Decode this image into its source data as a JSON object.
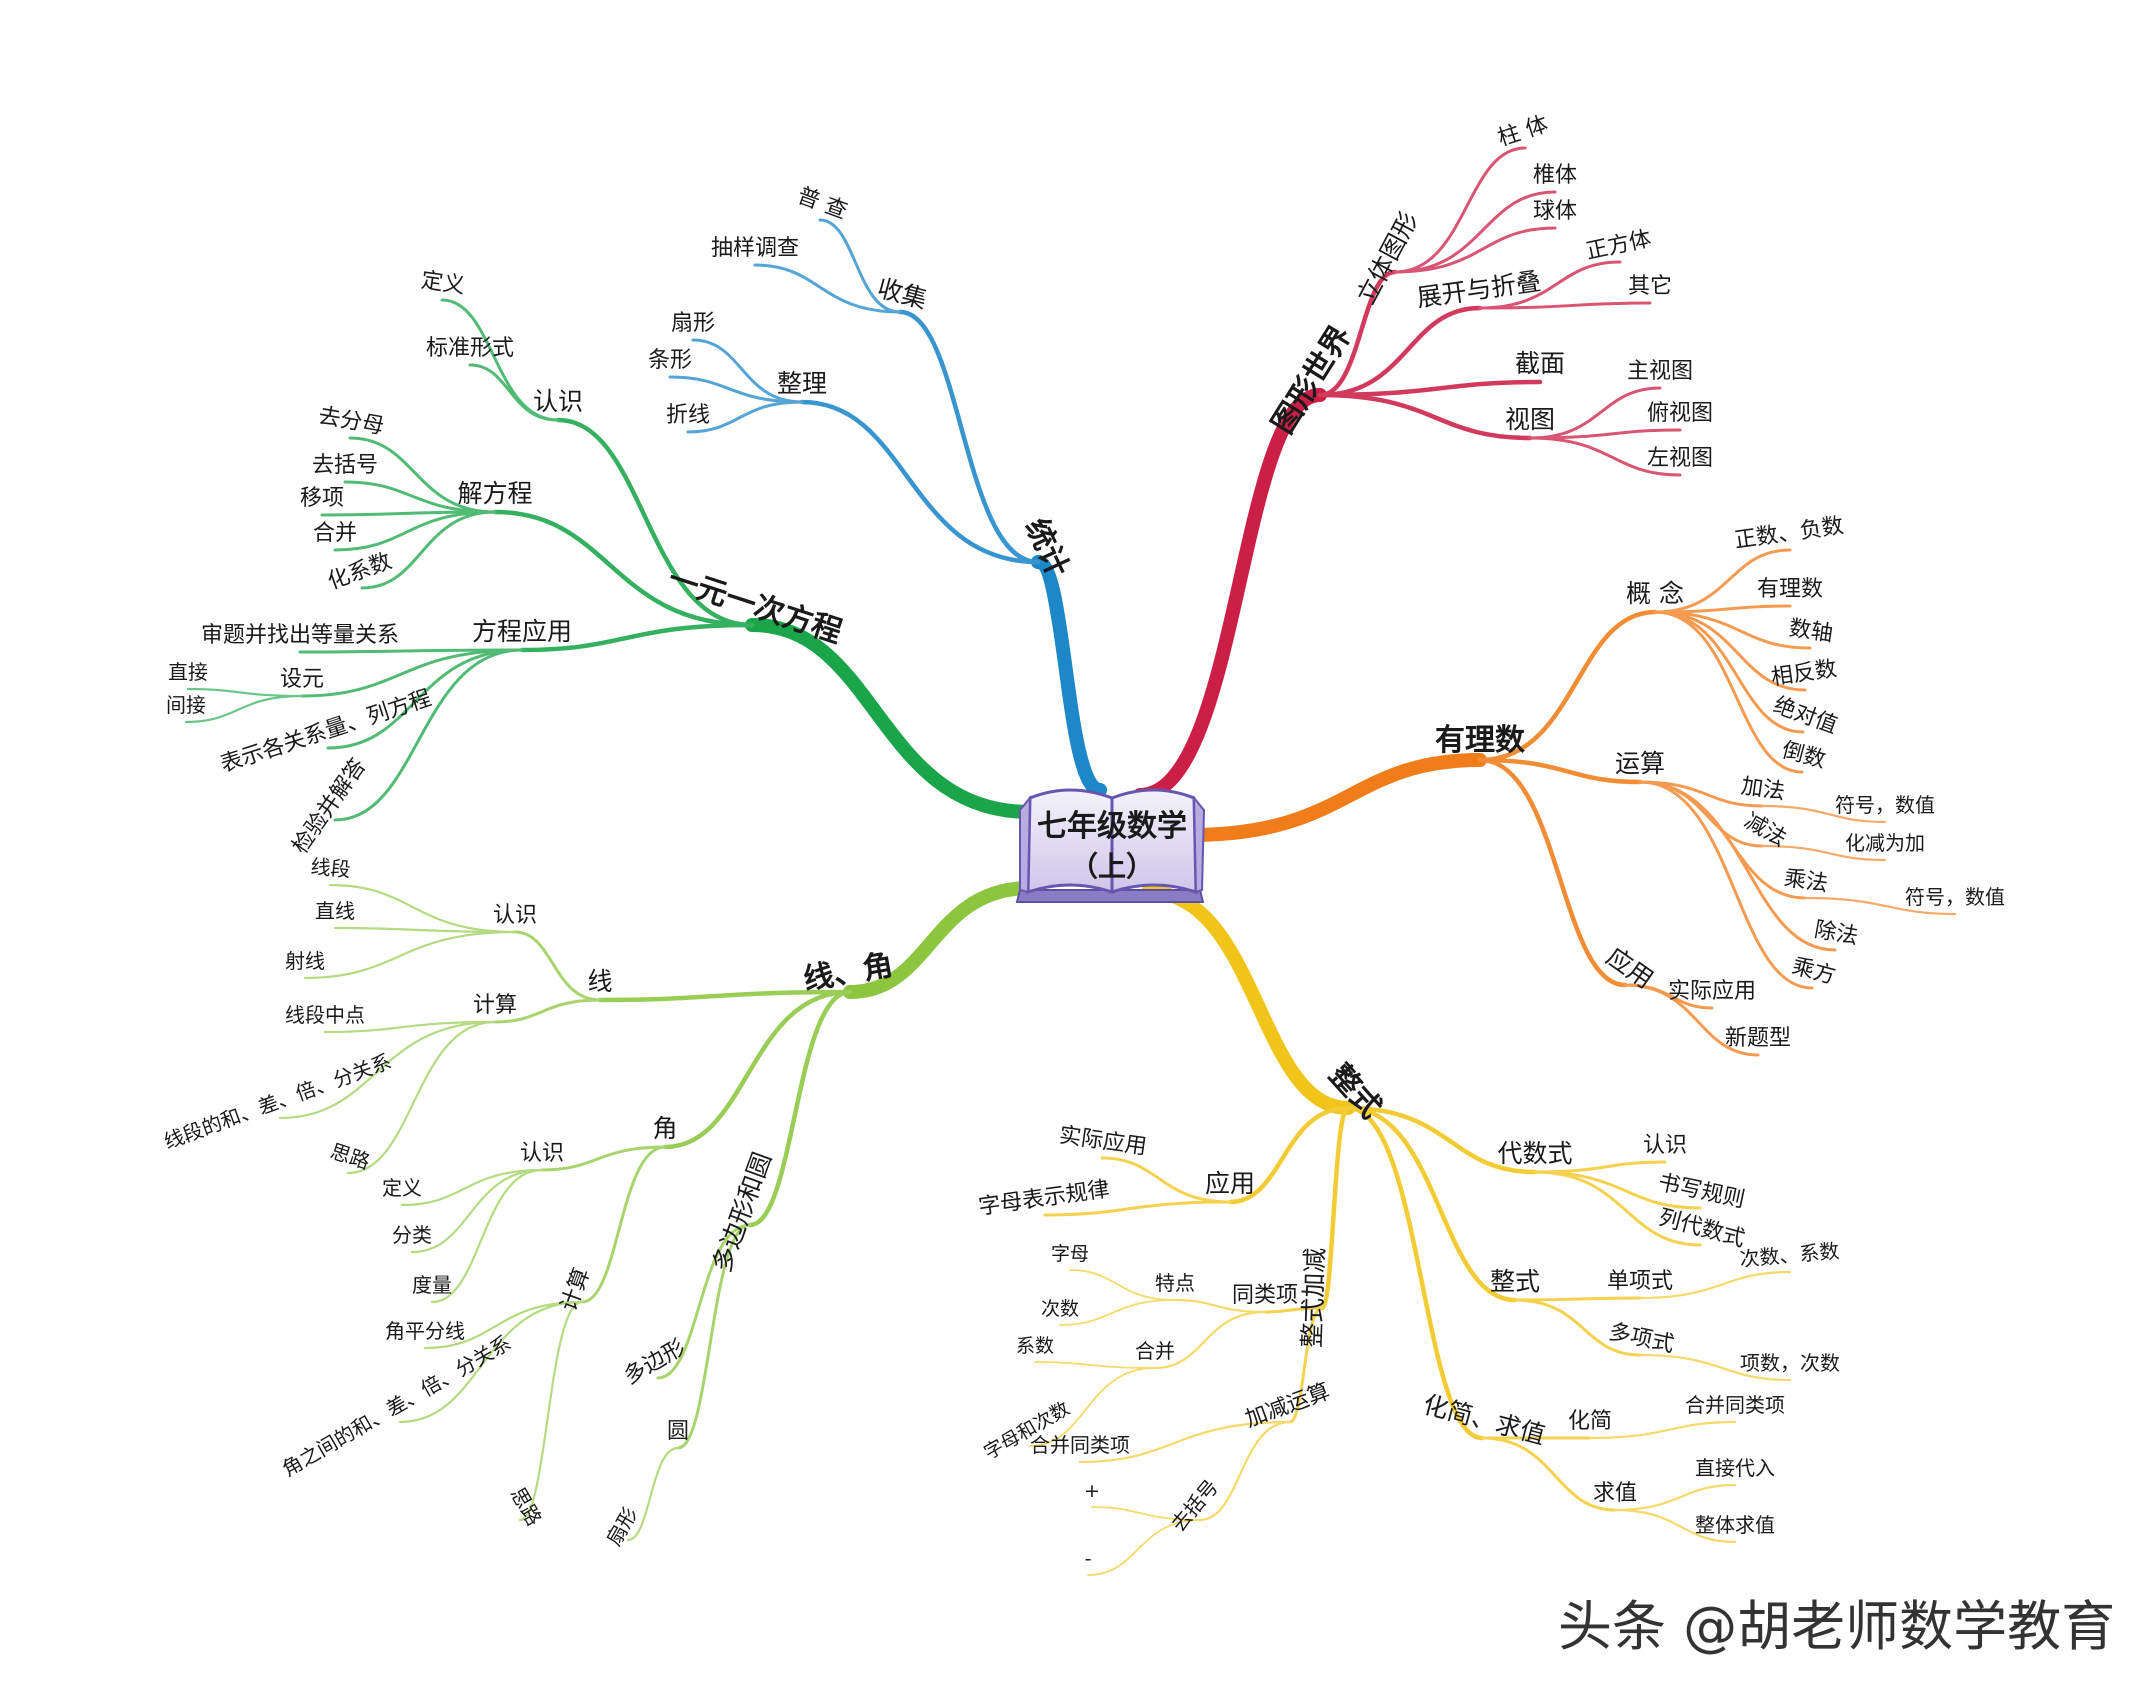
{
  "root": {
    "title": "七年级数学",
    "subtitle": "（上）"
  },
  "watermark": "头条 @胡老师数学教育",
  "colors": {
    "red": "#cc1f47",
    "orange": "#f07c1a",
    "yellow": "#f0c419",
    "lime": "#8cc63f",
    "green": "#1aa54a",
    "blue": "#1e87c8"
  },
  "icons": {
    "root": "book-icon"
  },
  "branches": [
    {
      "label": "图形世界",
      "color": "#cc1f47",
      "children": [
        {
          "label": "立体图形",
          "children": [
            {
              "label": "柱 体"
            },
            {
              "label": "椎体"
            },
            {
              "label": "球体"
            }
          ]
        },
        {
          "label": "展开与折叠",
          "children": [
            {
              "label": "正方体"
            },
            {
              "label": "其它"
            }
          ]
        },
        {
          "label": "截面"
        },
        {
          "label": "视图",
          "children": [
            {
              "label": "主视图"
            },
            {
              "label": "俯视图"
            },
            {
              "label": "左视图"
            }
          ]
        }
      ]
    },
    {
      "label": "有理数",
      "color": "#f07c1a",
      "children": [
        {
          "label": "概 念",
          "children": [
            {
              "label": "正数、负数"
            },
            {
              "label": "有理数"
            },
            {
              "label": "数轴"
            },
            {
              "label": "相反数"
            },
            {
              "label": "绝对值"
            },
            {
              "label": "倒数"
            }
          ]
        },
        {
          "label": "运算",
          "children": [
            {
              "label": "加法",
              "children": [
                {
                  "label": "符号，数值"
                }
              ]
            },
            {
              "label": "减法",
              "children": [
                {
                  "label": "化减为加"
                }
              ]
            },
            {
              "label": "乘法",
              "children": [
                {
                  "label": "符号，数值"
                }
              ]
            },
            {
              "label": "除法"
            },
            {
              "label": "乘方"
            }
          ]
        },
        {
          "label": "应用",
          "children": [
            {
              "label": "实际应用"
            },
            {
              "label": "新题型"
            }
          ]
        }
      ]
    },
    {
      "label": "整式",
      "color": "#f0c419",
      "children": [
        {
          "label": "代数式",
          "children": [
            {
              "label": "认识"
            },
            {
              "label": "书写规则"
            },
            {
              "label": "列代数式"
            }
          ]
        },
        {
          "label": "整式",
          "children": [
            {
              "label": "单项式",
              "children": [
                {
                  "label": "次数、系数"
                }
              ]
            },
            {
              "label": "多项式",
              "children": [
                {
                  "label": "项数，次数"
                }
              ]
            }
          ]
        },
        {
          "label": "化简、求值",
          "children": [
            {
              "label": "化简",
              "children": [
                {
                  "label": "合并同类项"
                }
              ]
            },
            {
              "label": "求值",
              "children": [
                {
                  "label": "直接代入"
                },
                {
                  "label": "整体求值"
                }
              ]
            }
          ]
        },
        {
          "label": "应用",
          "children": [
            {
              "label": "实际应用"
            },
            {
              "label": "字母表示规律"
            }
          ]
        },
        {
          "label": "整式加减",
          "children": [
            {
              "label": "同类项",
              "children": [
                {
                  "label": "特点",
                  "children": [
                    {
                      "label": "字母"
                    },
                    {
                      "label": "次数"
                    }
                  ]
                },
                {
                  "label": "合并",
                  "children": [
                    {
                      "label": "系数"
                    },
                    {
                      "label": "字母和次数"
                    }
                  ]
                }
              ]
            },
            {
              "label": "加减运算",
              "children": [
                {
                  "label": "合并同类项"
                },
                {
                  "label": "去括号",
                  "children": [
                    {
                      "label": "+"
                    },
                    {
                      "label": "-"
                    }
                  ]
                }
              ]
            }
          ]
        }
      ]
    },
    {
      "label": "线、角",
      "color": "#8cc63f",
      "children": [
        {
          "label": "线",
          "children": [
            {
              "label": "认识",
              "children": [
                {
                  "label": "线段"
                },
                {
                  "label": "直线"
                },
                {
                  "label": "射线"
                }
              ]
            },
            {
              "label": "计算",
              "children": [
                {
                  "label": "线段中点"
                },
                {
                  "label": "线段的和、差、倍、分关系"
                },
                {
                  "label": "思路"
                }
              ]
            }
          ]
        },
        {
          "label": "角",
          "children": [
            {
              "label": "认识",
              "children": [
                {
                  "label": "定义"
                },
                {
                  "label": "分类"
                },
                {
                  "label": "度量"
                }
              ]
            },
            {
              "label": "计算",
              "children": [
                {
                  "label": "角平分线"
                },
                {
                  "label": "角之间的和、差、倍、分关系"
                },
                {
                  "label": "思路"
                }
              ]
            }
          ]
        },
        {
          "label": "多边形和圆",
          "children": [
            {
              "label": "多边形"
            },
            {
              "label": "圆",
              "children": [
                {
                  "label": "扇形"
                }
              ]
            }
          ]
        }
      ]
    },
    {
      "label": "一元一次方程",
      "color": "#1aa54a",
      "children": [
        {
          "label": "认识",
          "children": [
            {
              "label": "定义"
            },
            {
              "label": "标准形式"
            }
          ]
        },
        {
          "label": "解方程",
          "children": [
            {
              "label": "去分母"
            },
            {
              "label": "去括号"
            },
            {
              "label": "移项"
            },
            {
              "label": "合并"
            },
            {
              "label": "化系数"
            }
          ]
        },
        {
          "label": "方程应用",
          "children": [
            {
              "label": "审题并找出等量关系"
            },
            {
              "label": "设元",
              "children": [
                {
                  "label": "直接"
                },
                {
                  "label": "间接"
                }
              ]
            },
            {
              "label": "表示各关系量、列方程"
            },
            {
              "label": "检验并解答"
            }
          ]
        }
      ]
    },
    {
      "label": "统计",
      "color": "#1e87c8",
      "children": [
        {
          "label": "收集",
          "children": [
            {
              "label": "普 查"
            },
            {
              "label": "抽样调查"
            }
          ]
        },
        {
          "label": "整理",
          "children": [
            {
              "label": "扇形"
            },
            {
              "label": "条形"
            },
            {
              "label": "折线"
            }
          ]
        }
      ]
    }
  ]
}
